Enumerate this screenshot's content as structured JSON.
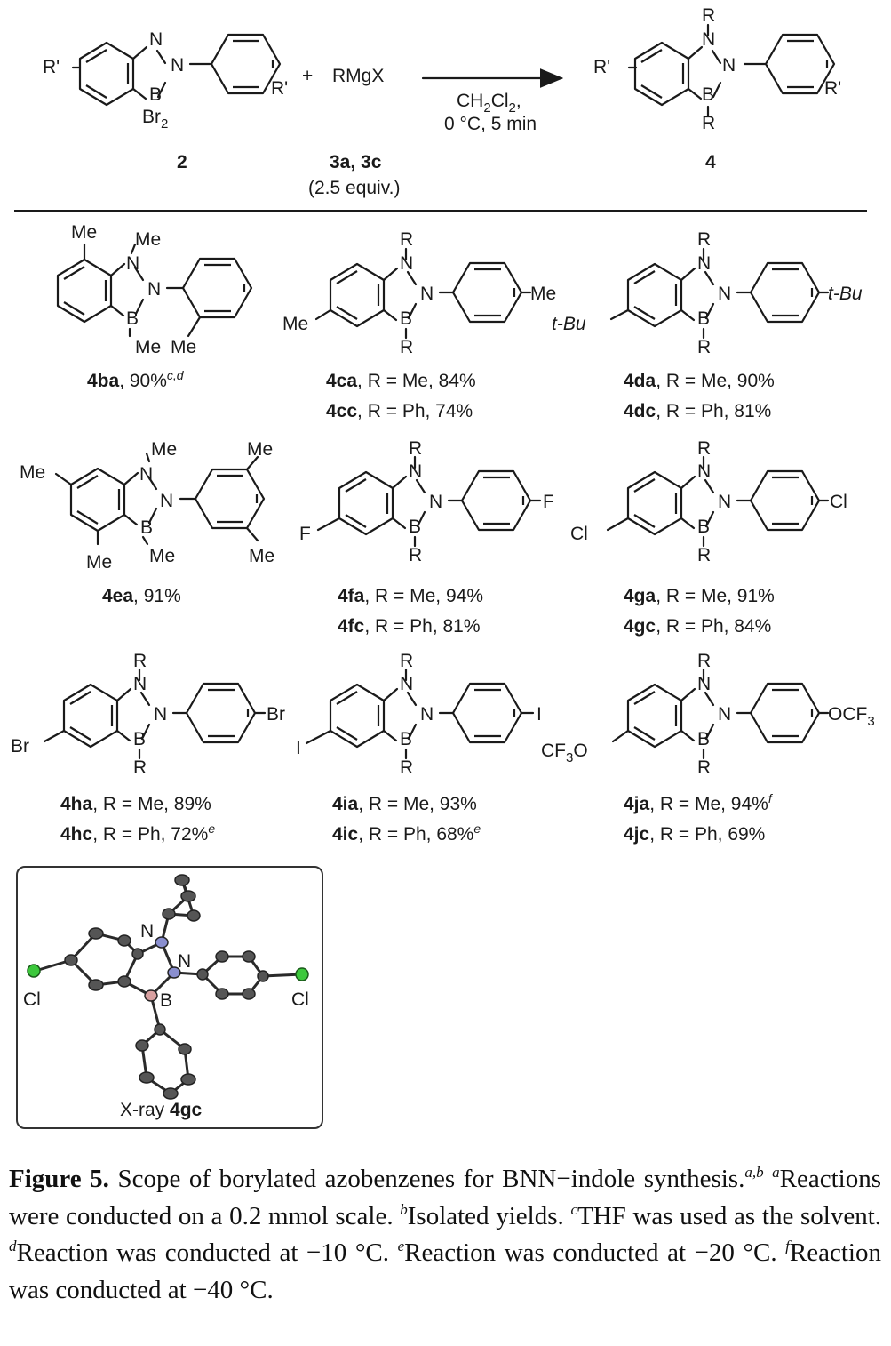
{
  "scheme": {
    "reactant_1_number": "2",
    "reagent_formula": "RMgX",
    "plus_sign": "+",
    "reagent_numbers": "3a, 3c",
    "reagent_equiv": "(2.5 equiv.)",
    "condition_solvent": "CH2Cl2,",
    "condition_temp_time": "0 °C, 5 min",
    "product_number": "4",
    "labels": {
      "r_prime": "R'",
      "r": "R",
      "n": "N",
      "b": "B",
      "br2": "Br2",
      "me": "Me",
      "tbu": "t-Bu",
      "f": "F",
      "cl": "Cl",
      "br": "Br",
      "i": "I",
      "ocf3": "OCF3",
      "cf3o": "CF3O"
    }
  },
  "compounds": [
    {
      "id": "4ba",
      "text": ", 90%",
      "sup": "c,d"
    },
    {
      "id": "4ca",
      "text": ", R = Me, 84%"
    },
    {
      "id": "4cc",
      "text": ", R = Ph, 74%"
    },
    {
      "id": "4da",
      "text": ", R = Me, 90%"
    },
    {
      "id": "4dc",
      "text": ", R = Ph, 81%"
    },
    {
      "id": "4ea",
      "text": ", 91%"
    },
    {
      "id": "4fa",
      "text": ", R = Me, 94%"
    },
    {
      "id": "4fc",
      "text": ", R = Ph, 81%"
    },
    {
      "id": "4ga",
      "text": ", R = Me, 91%"
    },
    {
      "id": "4gc",
      "text": ", R = Ph, 84%"
    },
    {
      "id": "4ha",
      "text": ", R = Me, 89%"
    },
    {
      "id": "4hc",
      "text": ", R = Ph, 72%",
      "sup": "e"
    },
    {
      "id": "4ia",
      "text": ", R = Me, 93%"
    },
    {
      "id": "4ic",
      "text": ", R = Ph, 68%",
      "sup": "e"
    },
    {
      "id": "4ja",
      "text": ", R = Me, 94%",
      "sup": "f"
    },
    {
      "id": "4jc",
      "text": ", R = Ph, 69%"
    }
  ],
  "xray": {
    "caption_prefix": "X-ray ",
    "caption_compound": "4gc",
    "atom_labels": {
      "n1": "N",
      "n2": "N",
      "b": "B",
      "cl_left": "Cl",
      "cl_right": "Cl"
    }
  },
  "caption": {
    "label": "Figure 5.",
    "title": " Scope of borylated azobenzenes for BNN−indole synthesis.",
    "title_sup": "a,b",
    "notes": [
      {
        "mark": "a",
        "text": "Reactions were conducted on a 0.2 mmol scale. "
      },
      {
        "mark": "b",
        "text": "Isolated yields. "
      },
      {
        "mark": "c",
        "text": "THF was used as the solvent. "
      },
      {
        "mark": "d",
        "text": "Reaction was conducted at −10 °C. "
      },
      {
        "mark": "e",
        "text": "Reaction was conducted at −20 °C. "
      },
      {
        "mark": "f",
        "text": "Reaction was conducted at −40 °C."
      }
    ]
  }
}
